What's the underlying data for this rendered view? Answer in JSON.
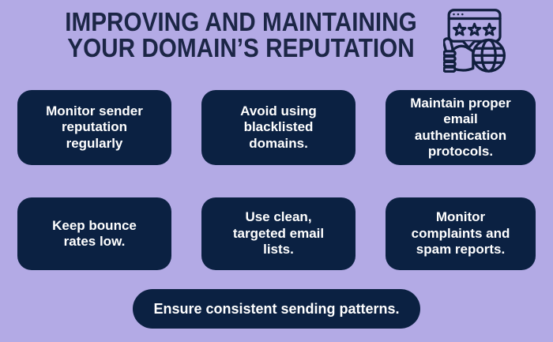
{
  "colors": {
    "background": "#b3aae5",
    "card_navy": "#0b2142",
    "title_navy": "#1c2646",
    "card_text": "#ffffff",
    "icon_stroke": "#111f3e"
  },
  "header": {
    "title": "IMPROVING AND MAINTAINING\nYOUR DOMAIN’S REPUTATION",
    "icon": "website-rating-thumbs-up-globe-icon"
  },
  "tips": {
    "row1": [
      {
        "label": "Monitor sender\nreputation\nregularly"
      },
      {
        "label": "Avoid using\nblacklisted\ndomains."
      },
      {
        "label": "Maintain proper\nemail\nauthentication\nprotocols."
      }
    ],
    "row2": [
      {
        "label": "Keep bounce\nrates low."
      },
      {
        "label": "Use clean,\ntargeted email\nlists."
      },
      {
        "label": "Monitor\ncomplaints and\nspam reports."
      }
    ],
    "footer": "Ensure consistent sending patterns."
  }
}
